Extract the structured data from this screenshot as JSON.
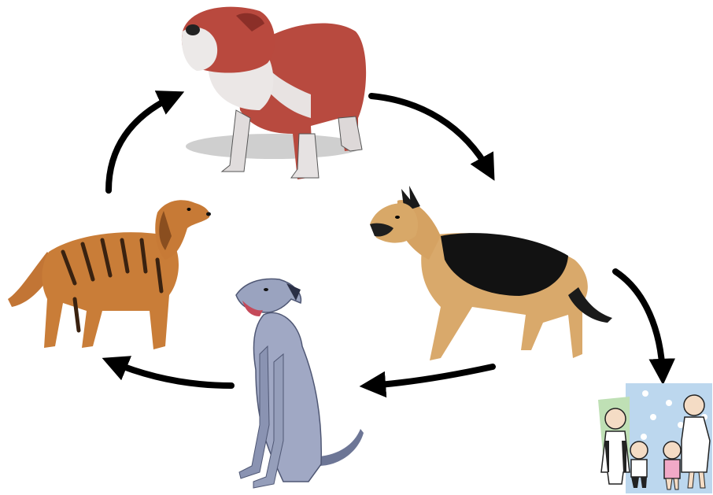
{
  "diagram": {
    "type": "cycle",
    "nodes": [
      {
        "id": "bulldog",
        "icon": "bulldog-icon",
        "colors": [
          "#b5463e",
          "#e8e6e6"
        ]
      },
      {
        "id": "german-shepherd",
        "icon": "german-shepherd-icon",
        "colors": [
          "#111111",
          "#d8a86a"
        ]
      },
      {
        "id": "greyhound",
        "icon": "greyhound-icon",
        "colors": [
          "#8d97b5",
          "#5d6685"
        ]
      },
      {
        "id": "golden-retriever",
        "icon": "golden-retriever-icon",
        "colors": [
          "#c97a35",
          "#3a2210"
        ]
      },
      {
        "id": "family",
        "icon": "family-icon",
        "colors": [
          "#bcd7ee",
          "#bfe0b5"
        ]
      }
    ],
    "edges": [
      {
        "from": "bulldog",
        "to": "german-shepherd"
      },
      {
        "from": "german-shepherd",
        "to": "greyhound"
      },
      {
        "from": "greyhound",
        "to": "golden-retriever"
      },
      {
        "from": "golden-retriever",
        "to": "bulldog"
      },
      {
        "from": "german-shepherd",
        "to": "family"
      }
    ],
    "arrow_color": "#000000"
  }
}
